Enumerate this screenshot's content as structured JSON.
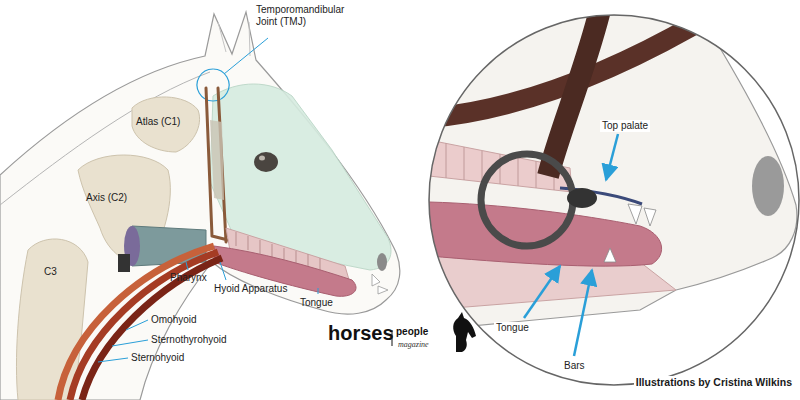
{
  "diagram": {
    "labels": [
      "Temporomandibular Joint (TMJ)",
      "Atlas (C1)",
      "Axis (C2)",
      "C3",
      "Pharynx",
      "Hyoid Apparatus",
      "Tongue",
      "Omohyoid",
      "Sternothyrohyoid",
      "Sternohyoid",
      "horses",
      "people",
      "magazine",
      "Top palate",
      "Tongue",
      "Bars",
      "Illustrations by Cristina Wilkins"
    ]
  }
}
